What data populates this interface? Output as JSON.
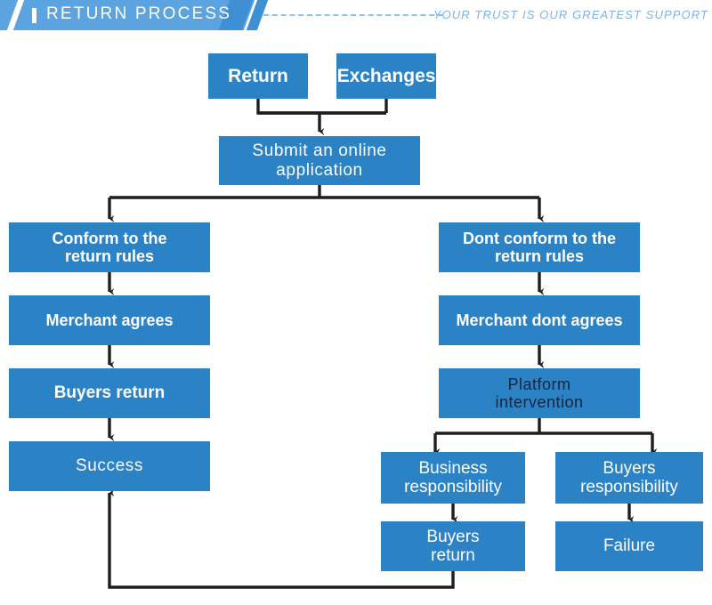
{
  "header": {
    "title": "RETURN PROCESS",
    "tagline": "YOUR TRUST IS OUR GREATEST SUPPORT",
    "bar_color": "#5BA4E0",
    "shard_color": "#3E8FD4",
    "tagline_color": "#7EB3E4",
    "dash_color": "#8FC0E8"
  },
  "theme": {
    "node_fill": "#2B83C6",
    "node_text": "#FFFFFF",
    "dark_text": "#13253C",
    "connector": "#1E1E1E",
    "background": "#FFFFFF"
  },
  "flow": {
    "nodes": [
      {
        "id": "return",
        "label": "Return",
        "style": "bold"
      },
      {
        "id": "exchanges",
        "label": "Exchanges",
        "style": "bold"
      },
      {
        "id": "submit",
        "label": "Submit an online\napplication",
        "style": "light"
      },
      {
        "id": "conform",
        "label": "Conform to the\nreturn rules",
        "style": "bold"
      },
      {
        "id": "not-conform",
        "label": "Dont conform to the\nreturn rules",
        "style": "bold"
      },
      {
        "id": "merchant-agrees",
        "label": "Merchant agrees",
        "style": "bold"
      },
      {
        "id": "merchant-dont-agrees",
        "label": "Merchant dont agrees",
        "style": "bold"
      },
      {
        "id": "buyers-return-left",
        "label": "Buyers return",
        "style": "bold"
      },
      {
        "id": "platform-intervention",
        "label": "Platform\nintervention",
        "style": "dark"
      },
      {
        "id": "success",
        "label": "Success",
        "style": "light"
      },
      {
        "id": "business-responsibility",
        "label": "Business\nresponsibility",
        "style": "light"
      },
      {
        "id": "buyers-responsibility",
        "label": "Buyers\nresponsibility",
        "style": "light"
      },
      {
        "id": "buyers-return-right",
        "label": "Buyers\nreturn",
        "style": "light"
      },
      {
        "id": "failure",
        "label": "Failure",
        "style": "light"
      }
    ],
    "edges": [
      {
        "from": "return",
        "to": "submit"
      },
      {
        "from": "exchanges",
        "to": "submit"
      },
      {
        "from": "submit",
        "to": "conform"
      },
      {
        "from": "submit",
        "to": "not-conform"
      },
      {
        "from": "conform",
        "to": "merchant-agrees"
      },
      {
        "from": "merchant-agrees",
        "to": "buyers-return-left"
      },
      {
        "from": "buyers-return-left",
        "to": "success"
      },
      {
        "from": "not-conform",
        "to": "merchant-dont-agrees"
      },
      {
        "from": "merchant-dont-agrees",
        "to": "platform-intervention"
      },
      {
        "from": "platform-intervention",
        "to": "business-responsibility"
      },
      {
        "from": "platform-intervention",
        "to": "buyers-responsibility"
      },
      {
        "from": "business-responsibility",
        "to": "buyers-return-right"
      },
      {
        "from": "buyers-responsibility",
        "to": "failure"
      },
      {
        "from": "buyers-return-right",
        "to": "success"
      }
    ]
  }
}
